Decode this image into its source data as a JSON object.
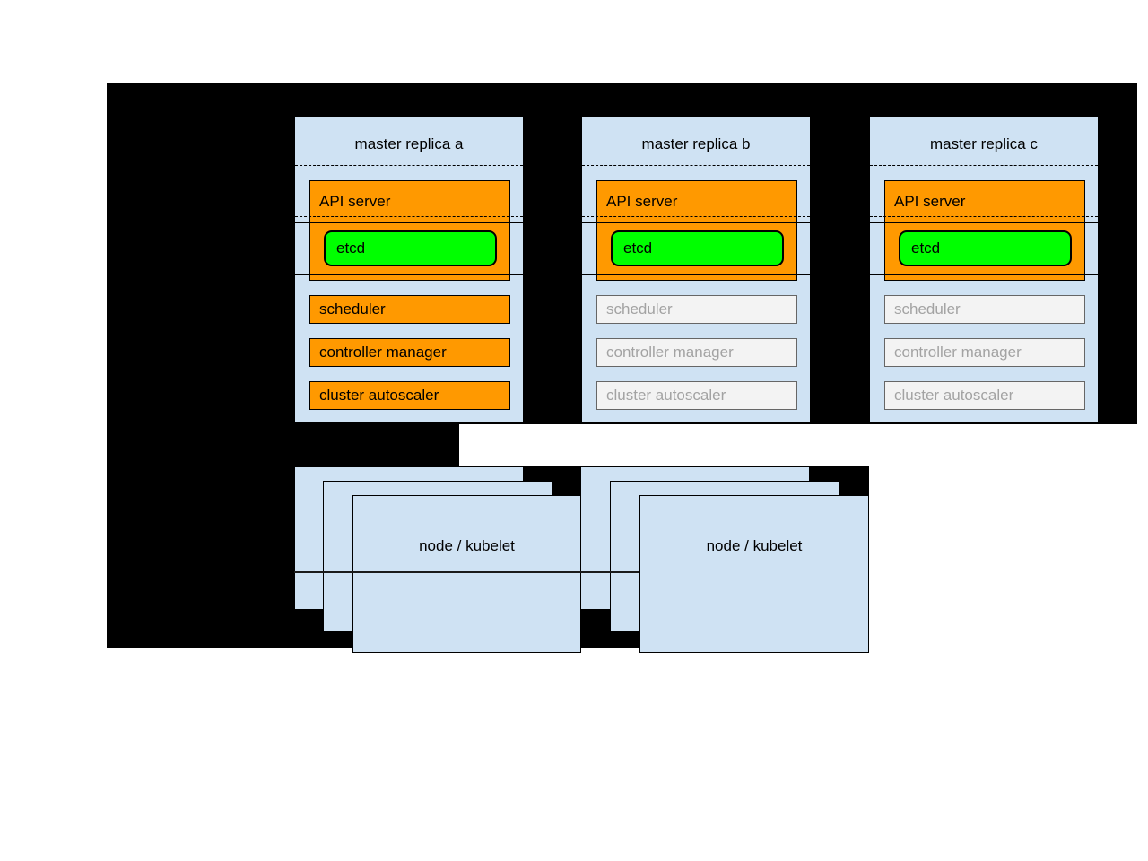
{
  "replicas": [
    {
      "title": "master replica a",
      "state": "active",
      "api_label": "API server",
      "etcd_label": "etcd",
      "components": [
        "scheduler",
        "controller manager",
        "cluster autoscaler"
      ]
    },
    {
      "title": "master replica b",
      "state": "inactive",
      "api_label": "API server",
      "etcd_label": "etcd",
      "components": [
        "scheduler",
        "controller manager",
        "cluster autoscaler"
      ]
    },
    {
      "title": "master replica c",
      "state": "inactive",
      "api_label": "API server",
      "etcd_label": "etcd",
      "components": [
        "scheduler",
        "controller manager",
        "cluster autoscaler"
      ]
    }
  ],
  "node_stacks": [
    {
      "label": "node / kubelet"
    },
    {
      "label": "node / kubelet"
    }
  ],
  "colors": {
    "page_background": "#ffffff",
    "canvas_background": "#000000",
    "box_blue": "#cfe2f3",
    "active_orange": "#ff9900",
    "etcd_green": "#00ff00",
    "inactive_fill": "#f3f3f3",
    "inactive_border": "#666666",
    "inactive_text": "#a3a3a3",
    "border": "#000000"
  }
}
